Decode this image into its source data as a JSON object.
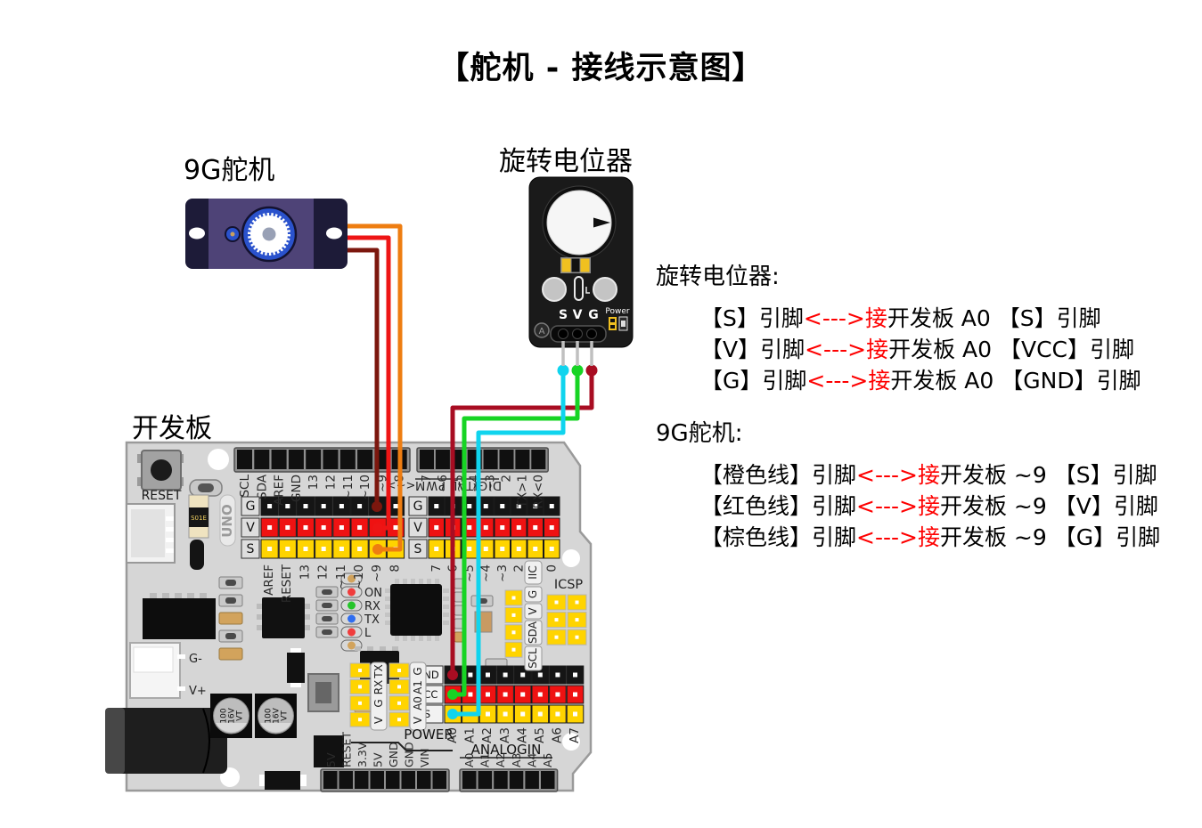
{
  "title": "【舵机 - 接线示意图】",
  "servo": {
    "label": "9G舵机",
    "wire_names": [
      "橙色线",
      "红色线",
      "棕色线"
    ]
  },
  "potentiometer": {
    "label": "旋转电位器",
    "pin_labels": [
      "S",
      "V",
      "G"
    ],
    "power_label": "Power",
    "logo": "A"
  },
  "board": {
    "label": "开发板",
    "uno_label": "UNO",
    "reset_label": "RESET",
    "s01e_label": "S01E",
    "digital_pwm_label": "DIGITAL PWM",
    "pwm_arrows": "<~>",
    "top_row1_labels": [
      "SCL",
      "SDA",
      "AREF",
      "GND",
      "13",
      "12",
      "~11",
      "~10",
      "~9",
      "8"
    ],
    "top_row2_labels": [
      "7",
      "~6",
      "~5",
      "~4",
      "~3",
      "2",
      "TX>1",
      "RX<0"
    ],
    "gvs_labels": [
      "G",
      "V",
      "S"
    ],
    "mid_row1_labels": [
      "AREF",
      "RESET",
      "13",
      "12",
      "~11",
      "~10",
      "~9",
      "8"
    ],
    "mid_row2_labels": [
      "7",
      "~6",
      "~5",
      "~4",
      "~3",
      "2",
      "1",
      "0"
    ],
    "led_labels": [
      "ON",
      "RX",
      "TX",
      "L"
    ],
    "iic_label": "IIC",
    "iic_pin_labels": [
      "G",
      "V",
      "SDA",
      "SCL"
    ],
    "icsp_label": "ICSP",
    "analog_header_labels": [
      "GND",
      "VCC",
      "S"
    ],
    "analog_col_labels": [
      "A0",
      "A1",
      "A2",
      "A3",
      "A4",
      "A5",
      "A6",
      "A7"
    ],
    "uart_block_labels": [
      "TX",
      "RX",
      "G",
      "V"
    ],
    "a01_block_labels": [
      "G",
      "A1",
      "A0",
      "V"
    ],
    "power_label": "POWER",
    "power_pin_labels": [
      "5V",
      "RESET",
      "3.3V",
      "5V",
      "GND",
      "GND",
      "VIN"
    ],
    "analogin_label": "ANALOGIN",
    "analogin_pin_labels": [
      "A0",
      "A1",
      "A2",
      "A3",
      "A4",
      "A5"
    ],
    "g_minus_label": "G-",
    "v_plus_label": "V+",
    "cap_lines": [
      "100",
      "16V",
      "VT"
    ]
  },
  "wiring": {
    "potentiometer": [
      {
        "pin": "S",
        "wire": "cyan",
        "to": "A0 S"
      },
      {
        "pin": "V",
        "wire": "green",
        "to": "A0 VCC"
      },
      {
        "pin": "G",
        "wire": "darkred",
        "to": "A0 GND"
      }
    ],
    "servo": [
      {
        "pin": "橙色线",
        "wire": "orange",
        "to": "~9 S"
      },
      {
        "pin": "红色线",
        "wire": "red",
        "to": "~9 V"
      },
      {
        "pin": "棕色线",
        "wire": "brown",
        "to": "~9 G"
      }
    ]
  },
  "instructions": {
    "pot_title": "旋转电位器:",
    "pot_lines": [
      {
        "black1": "【S】引脚",
        "red": "<--->接",
        "black2": "开发板 A0 【S】引脚"
      },
      {
        "black1": "【V】引脚",
        "red": "<--->接",
        "black2": "开发板 A0 【VCC】引脚"
      },
      {
        "black1": "【G】引脚",
        "red": "<--->接",
        "black2": "开发板 A0 【GND】引脚"
      }
    ],
    "servo_title": "9G舵机:",
    "servo_lines": [
      {
        "black1": "【橙色线】引脚",
        "red": "<--->接",
        "black2": "开发板 ~9 【S】引脚"
      },
      {
        "black1": "【红色线】引脚",
        "red": "<--->接",
        "black2": "开发板 ~9 【V】引脚"
      },
      {
        "black1": "【棕色线】引脚",
        "red": "<--->接",
        "black2": "开发板 ~9 【G】引脚"
      }
    ]
  },
  "colors": {
    "wire_orange": "#ee7d11",
    "wire_red": "#ee1515",
    "wire_brown": "#7c170e",
    "wire_cyan": "#10d4ee",
    "wire_green": "#17d424",
    "wire_darkred": "#a80d22",
    "row_black": "#151515",
    "row_red": "#ef1212",
    "row_yellow": "#ffd400",
    "text_red": "#fe0000",
    "board_gray": "#d6d6d6"
  }
}
